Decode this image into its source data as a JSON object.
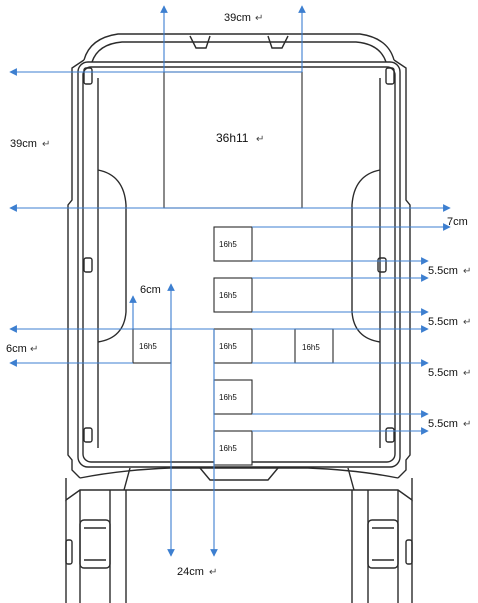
{
  "labels": {
    "top_width": "39cm",
    "left_height": "39cm",
    "big_hole": "36h11",
    "small_hole": "16h5",
    "right_gap_top": "7cm",
    "right_pitch": "5.5cm",
    "left_vertical_gap": "6cm",
    "left_horizontal_gap": "6cm",
    "bottom_height": "24cm",
    "return_mark": "↵"
  },
  "colors": {
    "dimension_line": "#3d7fd0",
    "outline": "#2b2b2b",
    "text": "#111111"
  }
}
